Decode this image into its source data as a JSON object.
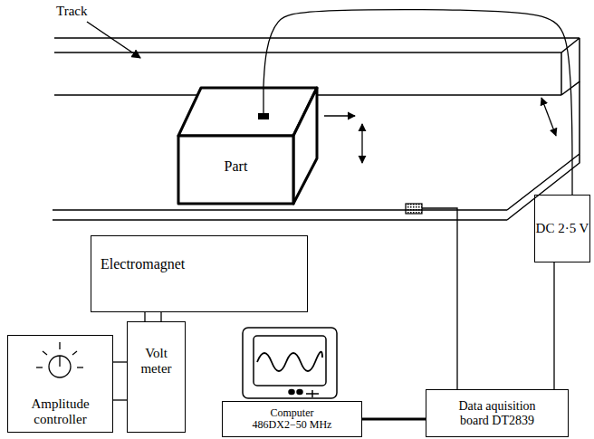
{
  "diagram": {
    "nodes": [
      {
        "text": [
          "Part"
        ]
      },
      {
        "text": [
          "Electromagnet"
        ]
      },
      {
        "text": [
          "DC 2·5 V"
        ]
      },
      {
        "text": [
          "Amplitude controller"
        ]
      },
      {
        "text": [
          "Volt meter"
        ]
      },
      {
        "text": [
          "Computer 486DX2−50 MHz"
        ]
      },
      {
        "text": [
          "Data aquisition board DT2839"
        ]
      }
    ],
    "edges": [
      {
        "from": 0,
        "to": 2,
        "arrow": "none"
      },
      {
        "from": 1,
        "to": 4,
        "arrow": "none"
      },
      {
        "from": 3,
        "to": 4,
        "arrow": "none"
      },
      {
        "from": 5,
        "to": 6,
        "arrow": "none"
      },
      {
        "from": 2,
        "to": 6,
        "arrow": "none"
      }
    ],
    "labels": [
      "Track"
    ]
  }
}
